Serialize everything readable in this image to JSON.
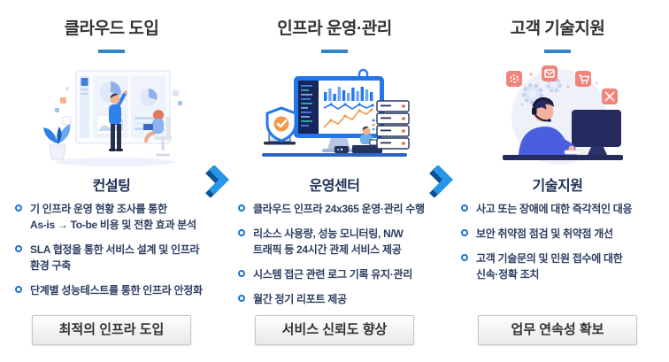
{
  "columns": [
    {
      "title": "클라우드 도입",
      "subtitle": "컨설팅",
      "bullets": [
        "기 인프라 운영 현황 조사를 통한\nAs-is → To-be 비용 및 전환 효과 분석",
        "SLA 협정을 통한 서비스 설계 및 인프라\n환경 구축",
        "단계별 성능테스트를 통한 인프라 안정화"
      ],
      "outcome": "최적의 인프라 도입",
      "illustration": "consulting-whiteboard-illustration"
    },
    {
      "title": "인프라 운영·관리",
      "subtitle": "운영센터",
      "bullets": [
        "클라우드 인프라 24x365 운영·관리 수행",
        "리소스 사용량, 성능 모니터링, N/W\n트래픽 등 24시간 관제 서비스 제공",
        "시스템 접근 관련 로그 기록 유지·관리",
        "월간 정기 리포트 제공"
      ],
      "outcome": "서비스 신뢰도 향상",
      "illustration": "monitoring-center-illustration"
    },
    {
      "title": "고객 기술지원",
      "subtitle": "기술지원",
      "bullets": [
        "사고 또는 장애에 대한 즉각적인 대응",
        "보안 취약점 점검 및 취약점 개선",
        "고객 기술문의 및 민원 접수에 대한\n신속·정확 조치"
      ],
      "outcome": "업무 연속성 확보",
      "illustration": "helpdesk-agent-illustration"
    }
  ],
  "icons": {
    "bullet": "ring-dot-icon",
    "flow": "chevron-right-icon"
  },
  "colors": {
    "accent_underline": "#2e86c8",
    "title_text": "#333333",
    "subtitle_text": "#1d2e55",
    "bullet_text": "#2d3e63",
    "bullet_dot": "#1a73d6",
    "chevron_light": "#2795e9",
    "chevron_dark": "#0d5191",
    "outcome_border": "#c6c6c6",
    "outcome_bg_top": "#fefefe",
    "outcome_bg_bottom": "#e9e9e9"
  }
}
